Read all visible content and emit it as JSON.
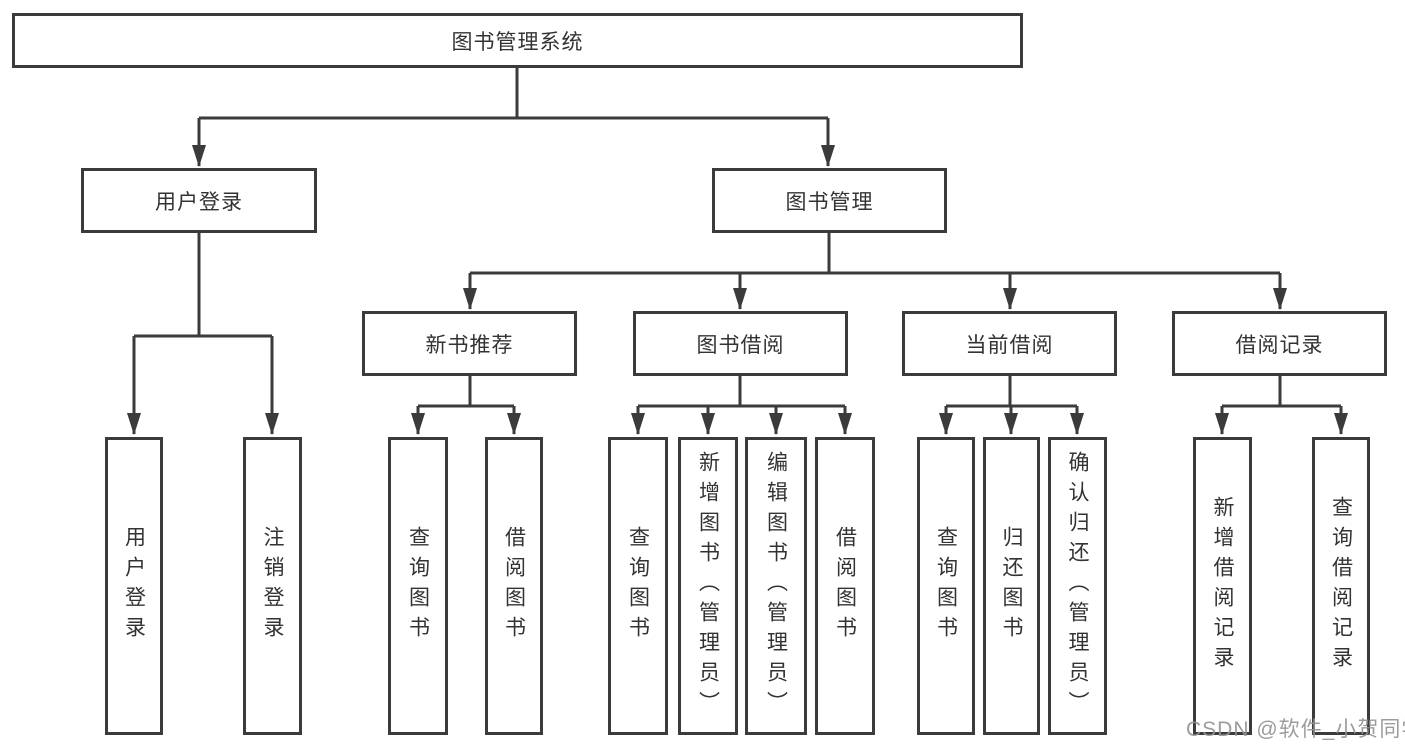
{
  "diagram": {
    "title": "图书管理系统",
    "type": "hierarchy-chart",
    "colors": {
      "background": "#ffffff",
      "line": "#3b3b3b",
      "box_border": "#3b3b3b",
      "box_fill": "#ffffff",
      "text": "#333333",
      "watermark": "#949494"
    },
    "nodes": {
      "root": "图书管理系统",
      "user_login": "用户登录",
      "book_management": "图书管理",
      "new_book_recommend": "新书推荐",
      "book_borrowing": "图书借阅",
      "current_borrowing": "当前借阅",
      "borrowing_records": "借阅记录",
      "leaf_user_login": "用户登录",
      "leaf_logout": "注销登录",
      "leaf_query_books_recommend": "查询图书",
      "leaf_borrow_books_recommend": "借阅图书",
      "leaf_query_books_borrowing": "查询图书",
      "leaf_add_books_admin": "新增图书（管理员）",
      "leaf_edit_books_admin": "编辑图书（管理员）",
      "leaf_borrow_books_borrowing": "借阅图书",
      "leaf_query_books_current": "查询图书",
      "leaf_return_books": "归还图书",
      "leaf_confirm_return_admin": "确认归还（管理员）",
      "leaf_add_borrow_record": "新增借阅记录",
      "leaf_query_borrow_record": "查询借阅记录"
    },
    "hierarchy": {
      "图书管理系统": {
        "用户登录": [
          "用户登录",
          "注销登录"
        ],
        "图书管理": {
          "新书推荐": [
            "查询图书",
            "借阅图书"
          ],
          "图书借阅": [
            "查询图书",
            "新增图书（管理员）",
            "编辑图书（管理员）",
            "借阅图书"
          ],
          "当前借阅": [
            "查询图书",
            "归还图书",
            "确认归还（管理员）"
          ],
          "借阅记录": [
            "新增借阅记录",
            "查询借阅记录"
          ]
        }
      }
    },
    "watermark": "CSDN @软件_小贺同学"
  }
}
